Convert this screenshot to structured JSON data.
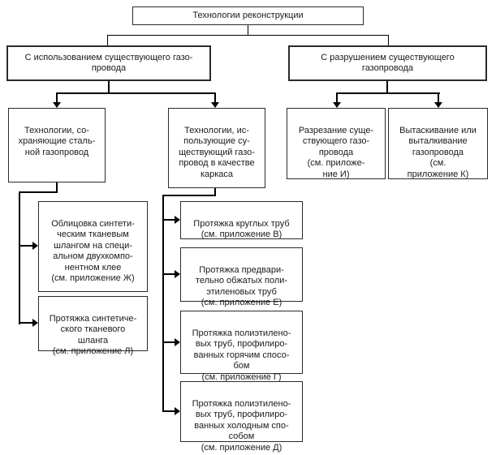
{
  "diagram": {
    "title": "Технологии реконструкции",
    "colors": {
      "line": "#000000",
      "box_border": "#2b2b2b",
      "background": "#ffffff",
      "text": "#1a1a1a"
    },
    "root": {
      "label": "Технологии реконструкции"
    },
    "branches": [
      {
        "label": "С использованием существующего газо-\nпровода",
        "children": [
          {
            "label": "Технологии, со-\nхраняющие сталь-\nной газопровод",
            "children": [
              {
                "label": "Облицовка синтети-\nческим тканевым\nшлангом на специ-\nальном двухкомпо-\nнентном клее\n(см. приложение Ж)"
              },
              {
                "label": "Протяжка синтетиче-\nского тканевого\nшланга\n(см. приложение Л)"
              }
            ]
          },
          {
            "label": "Технологии, ис-\nпользующие су-\nществующий газо-\nпровод в качестве\nкаркаса",
            "children": [
              {
                "label": "Протяжка круглых труб\n(см. приложение В)"
              },
              {
                "label": "Протяжка предвари-\nтельно обжатых поли-\nэтиленовых труб\n(см. приложение Е)"
              },
              {
                "label": "Протяжка полиэтилено-\nвых труб, профилиро-\nванных горячим спосо-\nбом\n(см. приложение Г)"
              },
              {
                "label": "Протяжка полиэтилено-\nвых труб, профилиро-\nванных холодным спо-\nсобом\n(см. приложение Д)"
              }
            ]
          }
        ]
      },
      {
        "label": "С разрушением существующего\nгазопровода",
        "children": [
          {
            "label": "Разрезание суще-\nствующего газо-\nпровода\n(см. приложе-\nние И)"
          },
          {
            "label": "Вытаскивание или\nвыталкивание\nгазопровода\n(см.\nприложение К)"
          }
        ]
      }
    ]
  }
}
